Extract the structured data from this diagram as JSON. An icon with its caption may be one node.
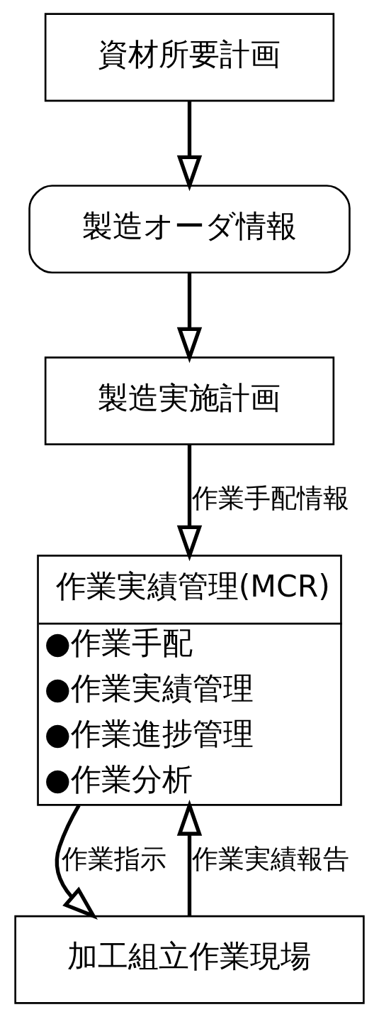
{
  "diagram": {
    "nodes": [
      {
        "text": [
          "資材所要計画"
        ]
      },
      {
        "text": [
          "製造オーダ情報"
        ]
      },
      {
        "text": [
          "製造実施計画"
        ]
      },
      {
        "text": [
          "作業実績管理(MCR)",
          "●作業手配",
          "●作業実績管理",
          "●作業進捗管理",
          "●作業分析"
        ]
      },
      {
        "text": [
          "加工組立作業現場"
        ]
      }
    ],
    "edges": [
      {
        "from": 0,
        "to": 1,
        "arrow": "to"
      },
      {
        "from": 1,
        "to": 2,
        "arrow": "to"
      },
      {
        "from": 2,
        "to": 3,
        "arrow": "to",
        "label": "作業手配情報"
      },
      {
        "from": 3,
        "to": 4,
        "arrow": "to",
        "label": "作業指示"
      },
      {
        "from": 4,
        "to": 3,
        "arrow": "to",
        "label": "作業実績報告"
      }
    ]
  }
}
